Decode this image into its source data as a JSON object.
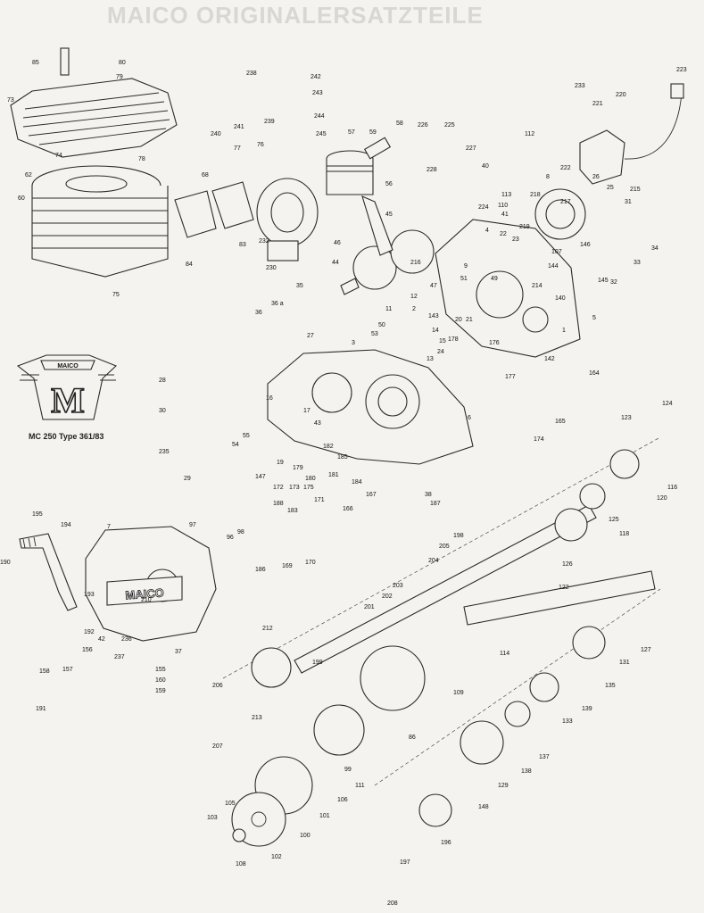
{
  "header": {
    "text": "MAICO ORIGINALERSATZTEILE"
  },
  "logo": {
    "brand_text": "MAICO",
    "letter": "M"
  },
  "caption": {
    "model": "MC 250 Type",
    "code": "361/83"
  },
  "labels": [
    "1",
    "2",
    "3",
    "4",
    "5",
    "6",
    "7",
    "8",
    "9",
    "11",
    "12",
    "13",
    "14",
    "15",
    "16",
    "17",
    "19",
    "20",
    "21",
    "22",
    "23",
    "24",
    "25",
    "26",
    "27",
    "28",
    "29",
    "30",
    "31",
    "32",
    "33",
    "34",
    "35",
    "36",
    "36 a",
    "37",
    "38",
    "40",
    "41",
    "42",
    "43",
    "44",
    "45",
    "46",
    "47",
    "49",
    "50",
    "51",
    "53",
    "54",
    "55",
    "56",
    "57",
    "58",
    "59",
    "60",
    "62",
    "68",
    "73",
    "74",
    "75",
    "76",
    "77",
    "78",
    "79",
    "80",
    "83",
    "84",
    "85",
    "86",
    "96",
    "97",
    "98",
    "99",
    "100",
    "101",
    "102",
    "103",
    "105",
    "106",
    "107",
    "108",
    "109",
    "110",
    "111",
    "112",
    "113",
    "114",
    "116",
    "118",
    "120",
    "122",
    "123",
    "124",
    "125",
    "126",
    "127",
    "129",
    "131",
    "133",
    "135",
    "137",
    "138",
    "139",
    "140",
    "142",
    "143",
    "144",
    "145",
    "146",
    "147",
    "148",
    "155",
    "156",
    "157",
    "158",
    "159",
    "160",
    "164",
    "165",
    "166",
    "167",
    "169",
    "170",
    "171",
    "172",
    "173",
    "174",
    "175",
    "176",
    "177",
    "178",
    "179",
    "180",
    "181",
    "182",
    "183",
    "184",
    "185",
    "186",
    "187",
    "188",
    "190",
    "191",
    "192",
    "193",
    "194",
    "195",
    "196",
    "197",
    "198",
    "199",
    "201",
    "202",
    "203",
    "204",
    "205",
    "206",
    "207",
    "208",
    "210",
    "212",
    "213",
    "214",
    "215",
    "216",
    "217",
    "218",
    "219",
    "220",
    "221",
    "222",
    "223",
    "224",
    "225",
    "226",
    "227",
    "228",
    "230",
    "232",
    "233",
    "235",
    "236",
    "237",
    "238",
    "239",
    "240",
    "241",
    "242",
    "243",
    "244",
    "245"
  ]
}
